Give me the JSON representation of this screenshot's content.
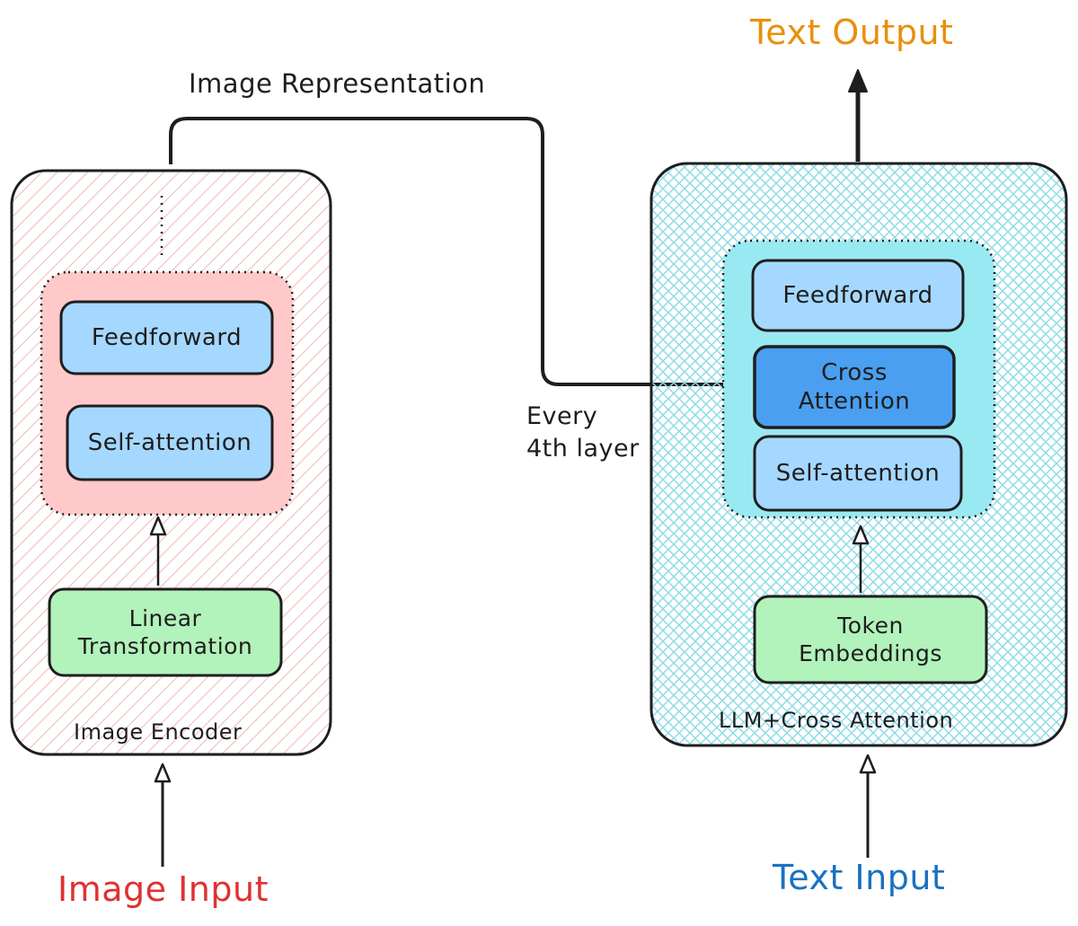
{
  "title": {
    "text_output": "Text Output",
    "image_representation": "Image Representation",
    "every_4th_layer_line1": "Every",
    "every_4th_layer_line2": "4th layer"
  },
  "image_encoder": {
    "caption": "Image Encoder",
    "feedforward": "Feedforward",
    "self_attention": "Self-attention",
    "linear_line1": "Linear",
    "linear_line2": "Transformation",
    "input_label": "Image Input"
  },
  "llm": {
    "caption": "LLM+Cross Attention",
    "feedforward": "Feedforward",
    "cross_line1": "Cross",
    "cross_line2": "Attention",
    "self_attention": "Self-attention",
    "token_line1": "Token",
    "token_line2": "Embeddings",
    "input_label": "Text Input"
  },
  "colors": {
    "stroke": "#1e1e1e",
    "encoder_hatch": "#f4b6b6",
    "encoder_block": "#ffc9c9",
    "llm_hatch": "#8fdbe6",
    "llm_block": "#99e9f2",
    "blue_box": "#a5d8ff",
    "cross_box": "#4a9ff0",
    "green_box": "#b2f2bb",
    "image_input_text": "#e03131",
    "text_input_text": "#1971c2",
    "text_output_text": "#e8900c"
  }
}
